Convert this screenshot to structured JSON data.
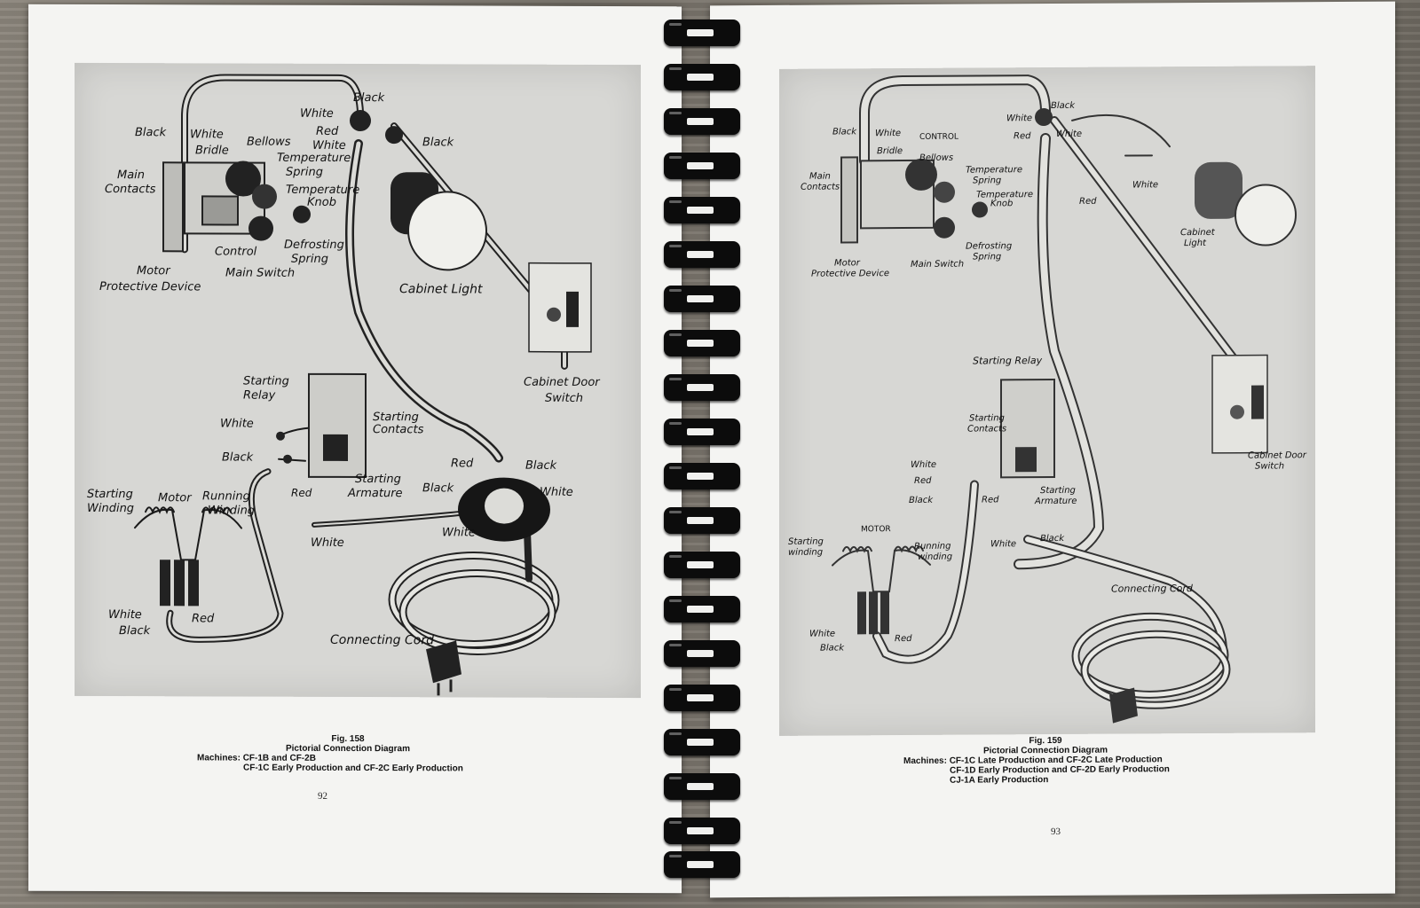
{
  "left_page": {
    "figure_labels": {
      "black_top": "Black",
      "white_top": "White",
      "black_l": "Black",
      "white_l": "White",
      "red": "Red",
      "white_mid": "White",
      "bridle": "Bridle",
      "bellows": "Bellows",
      "black_r": "Black",
      "main": "Main",
      "contacts": "Contacts",
      "temp": "Temperature",
      "spring": "Spring",
      "temp2": "Temperature",
      "knob": "Knob",
      "control": "Control",
      "defrosting": "Defrosting",
      "spring2": "Spring",
      "motor": "Motor",
      "protective": "Protective Device",
      "main_switch": "Main Switch",
      "cabinet_light": "Cabinet Light",
      "cabinet_door": "Cabinet Door",
      "switch": "Switch",
      "starting": "Starting",
      "relay": "Relay",
      "white_sr": "White",
      "starting2": "Starting",
      "contacts2": "Contacts",
      "black_sr": "Black",
      "red_sr": "Red",
      "starting3": "Starting",
      "armature": "Armature",
      "red_rt": "Red",
      "black_rt": "Black",
      "black_box": "Black",
      "white_box": "White",
      "starting_w": "Starting",
      "winding": "Winding",
      "motor2": "Motor",
      "running": "Running",
      "winding2": "Winding",
      "white_bot": "White",
      "white_cord": "White",
      "white_m": "White",
      "red_m": "Red",
      "black_m": "Black",
      "connecting_cord": "Connecting Cord"
    },
    "caption": {
      "fig": "Fig. 158",
      "title": "Pictorial Connection Diagram",
      "machines_label": "Machines:",
      "line1": "CF-1B and CF-2B",
      "line2": "CF-1C Early Production and CF-2C Early Production"
    },
    "page_number": "92"
  },
  "right_page": {
    "figure_labels": {
      "black": "Black",
      "white": "White",
      "red": "Red",
      "white2": "White",
      "black_l": "Black",
      "white_l": "White",
      "control": "CONTROL",
      "bridle": "Bridle",
      "bellows": "Bellows",
      "main": "Main",
      "contacts": "Contacts",
      "temp": "Temperature",
      "spring": "Spring",
      "temp2": "Temperature",
      "knob": "Knob",
      "defrosting": "Defrosting",
      "spring2": "Spring",
      "motor": "Motor",
      "protective": "Protective Device",
      "main_switch": "Main Switch",
      "red_wire": "Red",
      "white_wire": "White",
      "cabinet": "Cabinet",
      "light": "Light",
      "starting_relay": "Starting Relay",
      "starting": "Starting",
      "contacts2": "Contacts",
      "white_sr": "White",
      "red_sr": "Red",
      "black_sr": "Black",
      "red_sr2": "Red",
      "starting2": "Starting",
      "armature": "Armature",
      "cabinet_door": "Cabinet Door",
      "switch": "Switch",
      "motor_cap": "MOTOR",
      "starting_w": "Starting",
      "winding": "winding",
      "running": "Running",
      "winding2": "winding",
      "white_b": "White",
      "black_b": "Black",
      "connecting_cord": "Connecting Cord",
      "white_m": "White",
      "red_m": "Red",
      "black_m": "Black"
    },
    "caption": {
      "fig": "Fig. 159",
      "title": "Pictorial Connection Diagram",
      "machines_label": "Machines:",
      "line1": "CF-1C Late Production and CF-2C Late Production",
      "line2": "CF-1D Early Production and CF-2D Early Production",
      "line3": "CJ-1A Early Production"
    },
    "page_number": "93"
  }
}
